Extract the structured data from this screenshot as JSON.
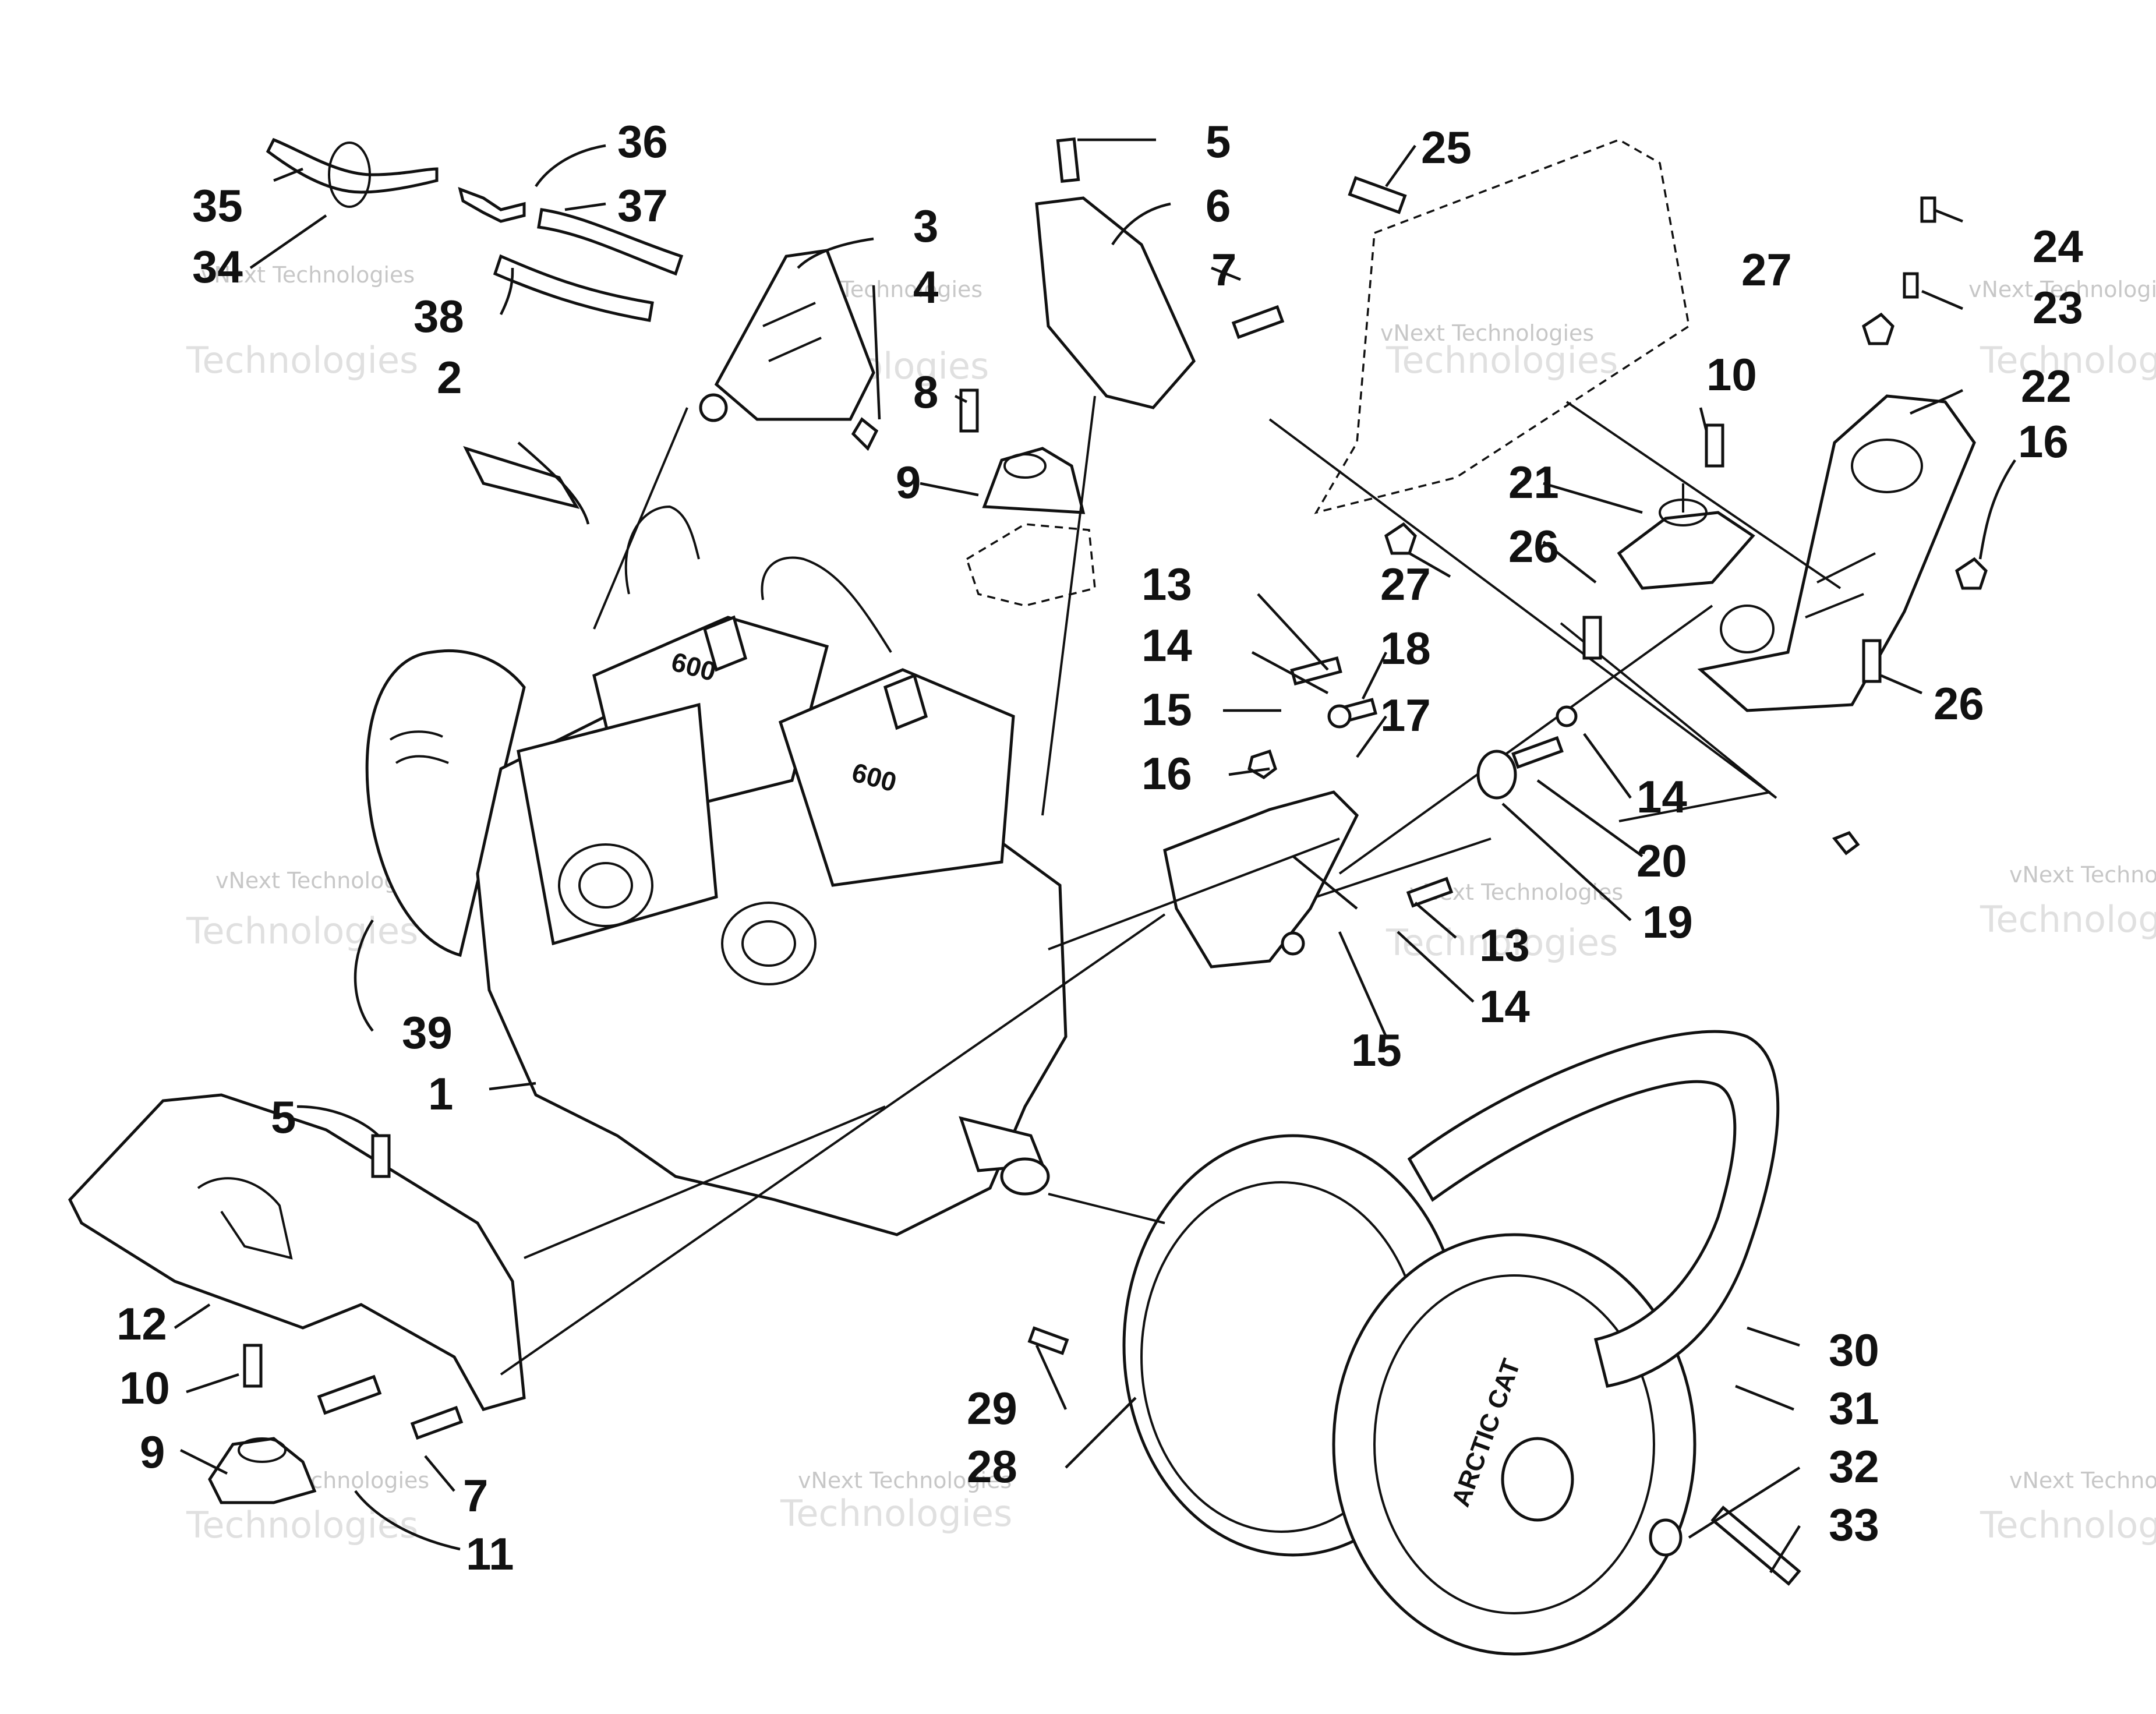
{
  "callouts": [
    {
      "id": "1",
      "text": "1"
    },
    {
      "id": "2",
      "text": "2"
    },
    {
      "id": "3",
      "text": "3"
    },
    {
      "id": "4",
      "text": "4"
    },
    {
      "id": "5a",
      "text": "5"
    },
    {
      "id": "5b",
      "text": "5"
    },
    {
      "id": "6",
      "text": "6"
    },
    {
      "id": "7a",
      "text": "7"
    },
    {
      "id": "7b",
      "text": "7"
    },
    {
      "id": "8",
      "text": "8"
    },
    {
      "id": "9a",
      "text": "9"
    },
    {
      "id": "9b",
      "text": "9"
    },
    {
      "id": "10a",
      "text": "10"
    },
    {
      "id": "10b",
      "text": "10"
    },
    {
      "id": "11",
      "text": "11"
    },
    {
      "id": "12",
      "text": "12"
    },
    {
      "id": "13a",
      "text": "13"
    },
    {
      "id": "13b",
      "text": "13"
    },
    {
      "id": "14a",
      "text": "14"
    },
    {
      "id": "14b",
      "text": "14"
    },
    {
      "id": "14c",
      "text": "14"
    },
    {
      "id": "15a",
      "text": "15"
    },
    {
      "id": "15b",
      "text": "15"
    },
    {
      "id": "16a",
      "text": "16"
    },
    {
      "id": "16b",
      "text": "16"
    },
    {
      "id": "17",
      "text": "17"
    },
    {
      "id": "18",
      "text": "18"
    },
    {
      "id": "19",
      "text": "19"
    },
    {
      "id": "20",
      "text": "20"
    },
    {
      "id": "21",
      "text": "21"
    },
    {
      "id": "22",
      "text": "22"
    },
    {
      "id": "23",
      "text": "23"
    },
    {
      "id": "24",
      "text": "24"
    },
    {
      "id": "25",
      "text": "25"
    },
    {
      "id": "26a",
      "text": "26"
    },
    {
      "id": "26b",
      "text": "26"
    },
    {
      "id": "27a",
      "text": "27"
    },
    {
      "id": "27b",
      "text": "27"
    },
    {
      "id": "28",
      "text": "28"
    },
    {
      "id": "29",
      "text": "29"
    },
    {
      "id": "30",
      "text": "30"
    },
    {
      "id": "31",
      "text": "31"
    },
    {
      "id": "32",
      "text": "32"
    },
    {
      "id": "33",
      "text": "33"
    },
    {
      "id": "34",
      "text": "34"
    },
    {
      "id": "35",
      "text": "35"
    },
    {
      "id": "36",
      "text": "36"
    },
    {
      "id": "37",
      "text": "37"
    },
    {
      "id": "38",
      "text": "38"
    },
    {
      "id": "39",
      "text": "39"
    }
  ],
  "watermark": {
    "line1": "vNext Technologies",
    "line2": "Technologies"
  },
  "part_markings": {
    "head_label": "600",
    "clutch_label": "ARCTIC CAT"
  }
}
